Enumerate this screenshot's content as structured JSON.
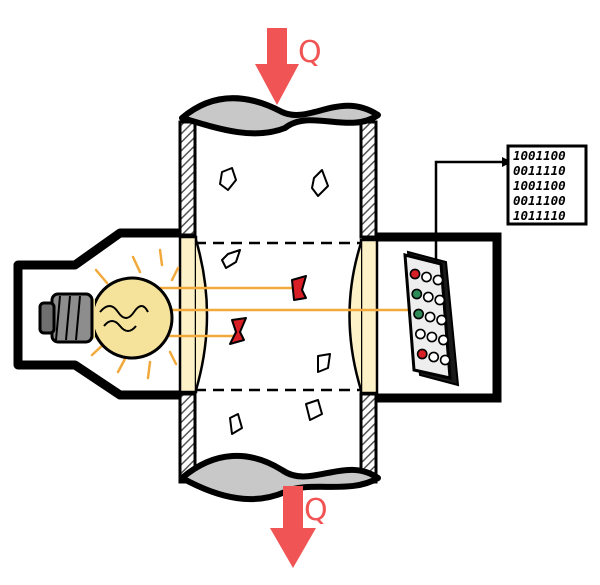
{
  "flow": {
    "in_label": "Q",
    "out_label": "Q",
    "arrow_color": "#f05454"
  },
  "readout": {
    "rows": [
      "1001100",
      "0011110",
      "1001100",
      "0011100",
      "1011110"
    ]
  },
  "colors": {
    "outline": "#000000",
    "hatch": "#555555",
    "light": "#f6e39b",
    "beam": "#f2a93b",
    "window": "#fdf1c7",
    "particle_hit": "#d81f26",
    "sensor_red": "#d81f26",
    "sensor_green": "#2e8b57",
    "pipe_end": "#c8c8c8"
  },
  "sensor": {
    "lit": [
      {
        "row": 0,
        "col": 0,
        "color": "red"
      },
      {
        "row": 1,
        "col": 0,
        "color": "green"
      },
      {
        "row": 2,
        "col": 0,
        "color": "green"
      },
      {
        "row": 4,
        "col": 0,
        "color": "red"
      }
    ]
  }
}
